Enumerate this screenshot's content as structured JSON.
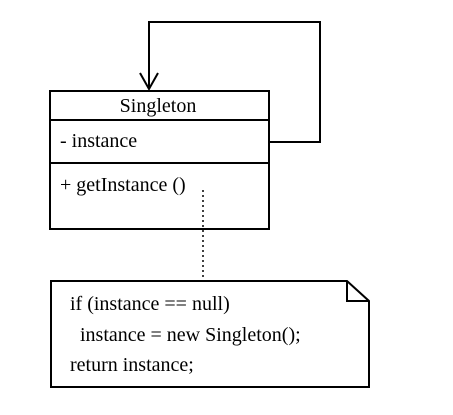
{
  "class_box": {
    "name": "Singleton",
    "attributes": [
      "- instance"
    ],
    "operations": [
      "+ getInstance ()"
    ]
  },
  "note": {
    "lines": [
      "if (instance == null)",
      "  instance = new Singleton();",
      "return instance;"
    ]
  },
  "colors": {
    "stroke": "#000000",
    "background": "#ffffff"
  }
}
